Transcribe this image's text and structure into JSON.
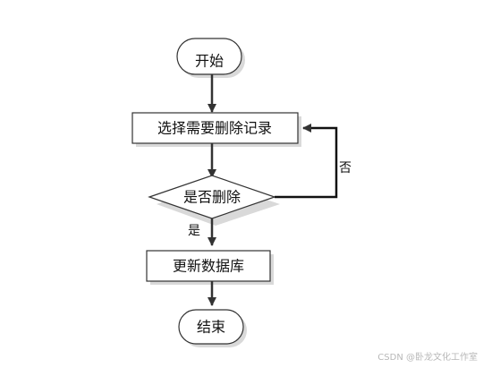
{
  "diagram": {
    "nodes": {
      "start": "开始",
      "select_record": "选择需要删除记录",
      "decision": "是否删除",
      "update_db": "更新数据库",
      "end": "结束"
    },
    "edges": {
      "yes_label": "是",
      "no_label": "否"
    }
  },
  "watermark": "CSDN @卧龙文化工作室",
  "colors": {
    "stroke": "#333333",
    "fill": "#ffffff",
    "text": "#111111",
    "watermark": "#b8b8b8"
  }
}
